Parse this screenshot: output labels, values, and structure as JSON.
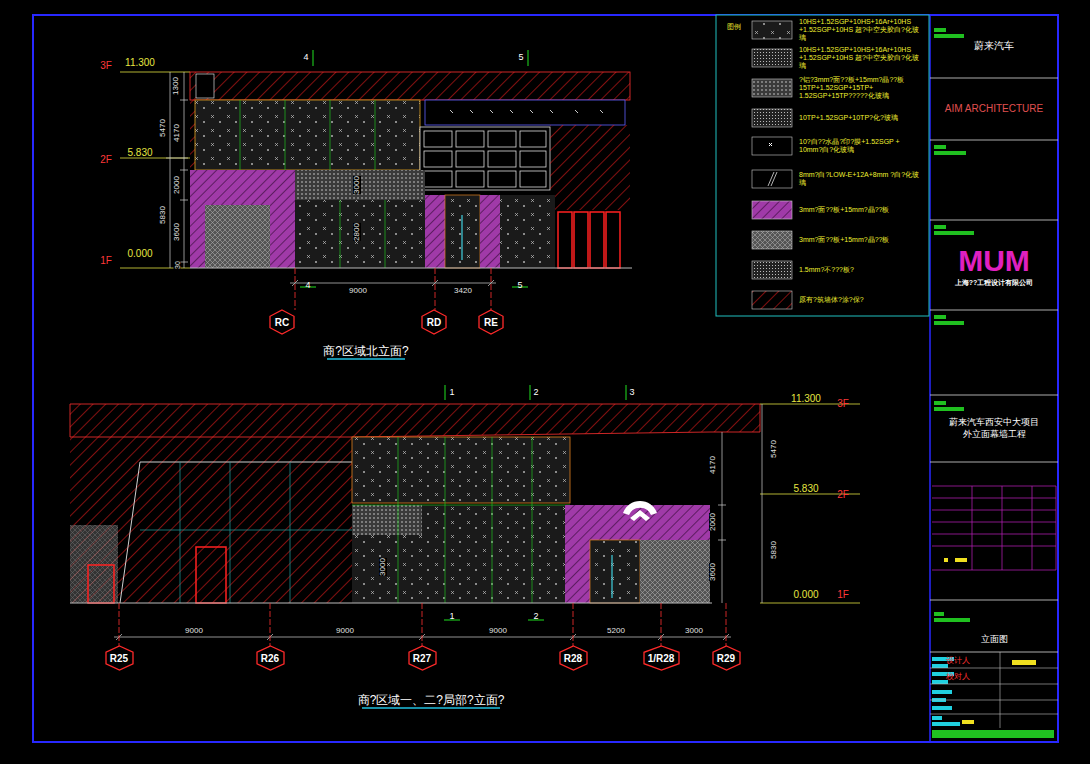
{
  "diagram": {
    "title": "商?区域北立面?",
    "nodes": [
      {
        "text": [
          "RC"
        ]
      },
      {
        "text": [
          "RD"
        ]
      },
      {
        "text": [
          "RE"
        ]
      },
      {
        "text": [
          "R25"
        ]
      },
      {
        "text": [
          "R26"
        ]
      },
      {
        "text": [
          "R27"
        ]
      },
      {
        "text": [
          "R28"
        ]
      },
      {
        "text": [
          "1/R28"
        ]
      },
      {
        "text": [
          "R29"
        ]
      },
      {
        "text": [
          "蔚来汽车"
        ]
      },
      {
        "text": [
          "AIM ARCHITECTURE"
        ]
      },
      {
        "text": [
          "MUM",
          "上海??工程设计有限公司"
        ]
      },
      {
        "text": [
          "蔚来汽车西安中大项目 外立面幕墙工程"
        ]
      },
      {
        "text": [
          "立面图"
        ]
      }
    ],
    "labels": [
      "3F",
      "11.300",
      "2F",
      "5.830",
      "1F",
      "0.000",
      "1300",
      "5470",
      "4170",
      "2000",
      "5830",
      "3600",
      "30",
      "3000",
      "2800",
      "4",
      "5",
      "4",
      "5",
      "9000",
      "3420",
      "11.300",
      "3F",
      "5.830",
      "2F",
      "0.000",
      "1F",
      "5470",
      "4170",
      "2000",
      "5830",
      "3600",
      "3000",
      "1",
      "2",
      "3",
      "1",
      "2",
      "9000",
      "9000",
      "9000",
      "5200",
      "3000",
      "商?区域一、二?局部?立面?",
      "图例",
      "设计人",
      "校对人"
    ],
    "legend": [
      {
        "text": "10HS+1.52SGP+10HS+16Ar+10HS +1.52SGP+10HS 超?中空夹胶白?化玻璃"
      },
      {
        "text": "10HS+1.52SGP+10HS+16Ar+10HS +1.52SGP+10HS 超?中空夹胶白?化玻璃"
      },
      {
        "text": "?铝?3mm?面??板+15mm?晶??板 15TP+1.52SGP+15TP+ 1.52SGP+15TP?????化玻璃"
      },
      {
        "text": "10TP+1.52SGP+10TP?化?玻璃"
      },
      {
        "text": "10?白??水晶?印?膜+1.52SGP + 10mm?白?化玻璃"
      },
      {
        "text": "8mm?白?LOW-E+12A+8mm ?白?化玻璃"
      },
      {
        "text": "3mm?面??板+15mm?晶??板"
      },
      {
        "text": "3mm?面??板+15mm?晶??板"
      },
      {
        "text": "1.5mm?不???板?"
      },
      {
        "text": "原有?筑墙体?涂?保?"
      }
    ]
  }
}
